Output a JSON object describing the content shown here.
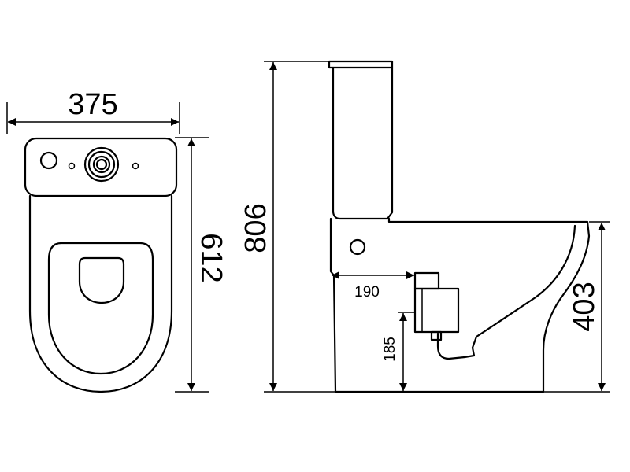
{
  "dimensions": {
    "top_width": "375",
    "top_depth": "612",
    "total_height": "806",
    "outlet_height": "403",
    "outlet_offset": "190",
    "inlet_height": "185"
  }
}
